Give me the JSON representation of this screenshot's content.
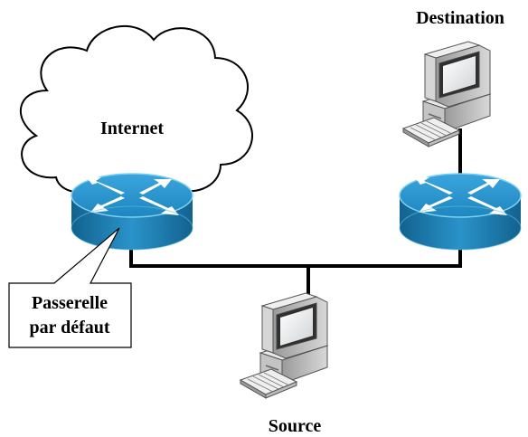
{
  "labels": {
    "internet": "Internet",
    "destination": "Destination",
    "source": "Source",
    "gateway_line1": "Passerelle",
    "gateway_line2": "par défaut"
  },
  "colors": {
    "router_top": "#2f98d0",
    "router_side": "#1a6f9f",
    "router_rim": "#5fc0e8",
    "line": "#000000",
    "pc_body": "#dcdcdc"
  },
  "icons": [
    "cloud-icon",
    "router-icon",
    "desktop-computer-icon"
  ]
}
